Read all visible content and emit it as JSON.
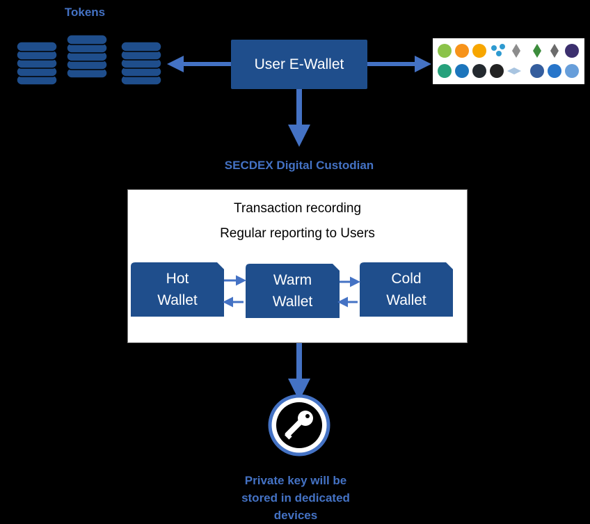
{
  "tokens": {
    "label": "Tokens"
  },
  "user_wallet": {
    "label": "User E-Wallet"
  },
  "custodian": {
    "title": "SECDEX Digital Custodian",
    "line1": "Transaction recording",
    "line2": "Regular reporting to Users"
  },
  "wallets": [
    {
      "line1": "Hot",
      "line2": "Wallet"
    },
    {
      "line1": "Warm",
      "line2": "Wallet"
    },
    {
      "line1": "Cold",
      "line2": "Wallet"
    }
  ],
  "private_key": {
    "line1": "Private key will be",
    "line2": "stored in dedicated",
    "line3": "devices"
  },
  "icons": {
    "coins": "coin-stack-icon",
    "crypto": "cryptocurrency-logos-icon",
    "key": "key-icon"
  },
  "colors": {
    "background": "#000000",
    "box_fill": "#1f4e8c",
    "arrow": "#4472c4",
    "label": "#4472c4"
  }
}
